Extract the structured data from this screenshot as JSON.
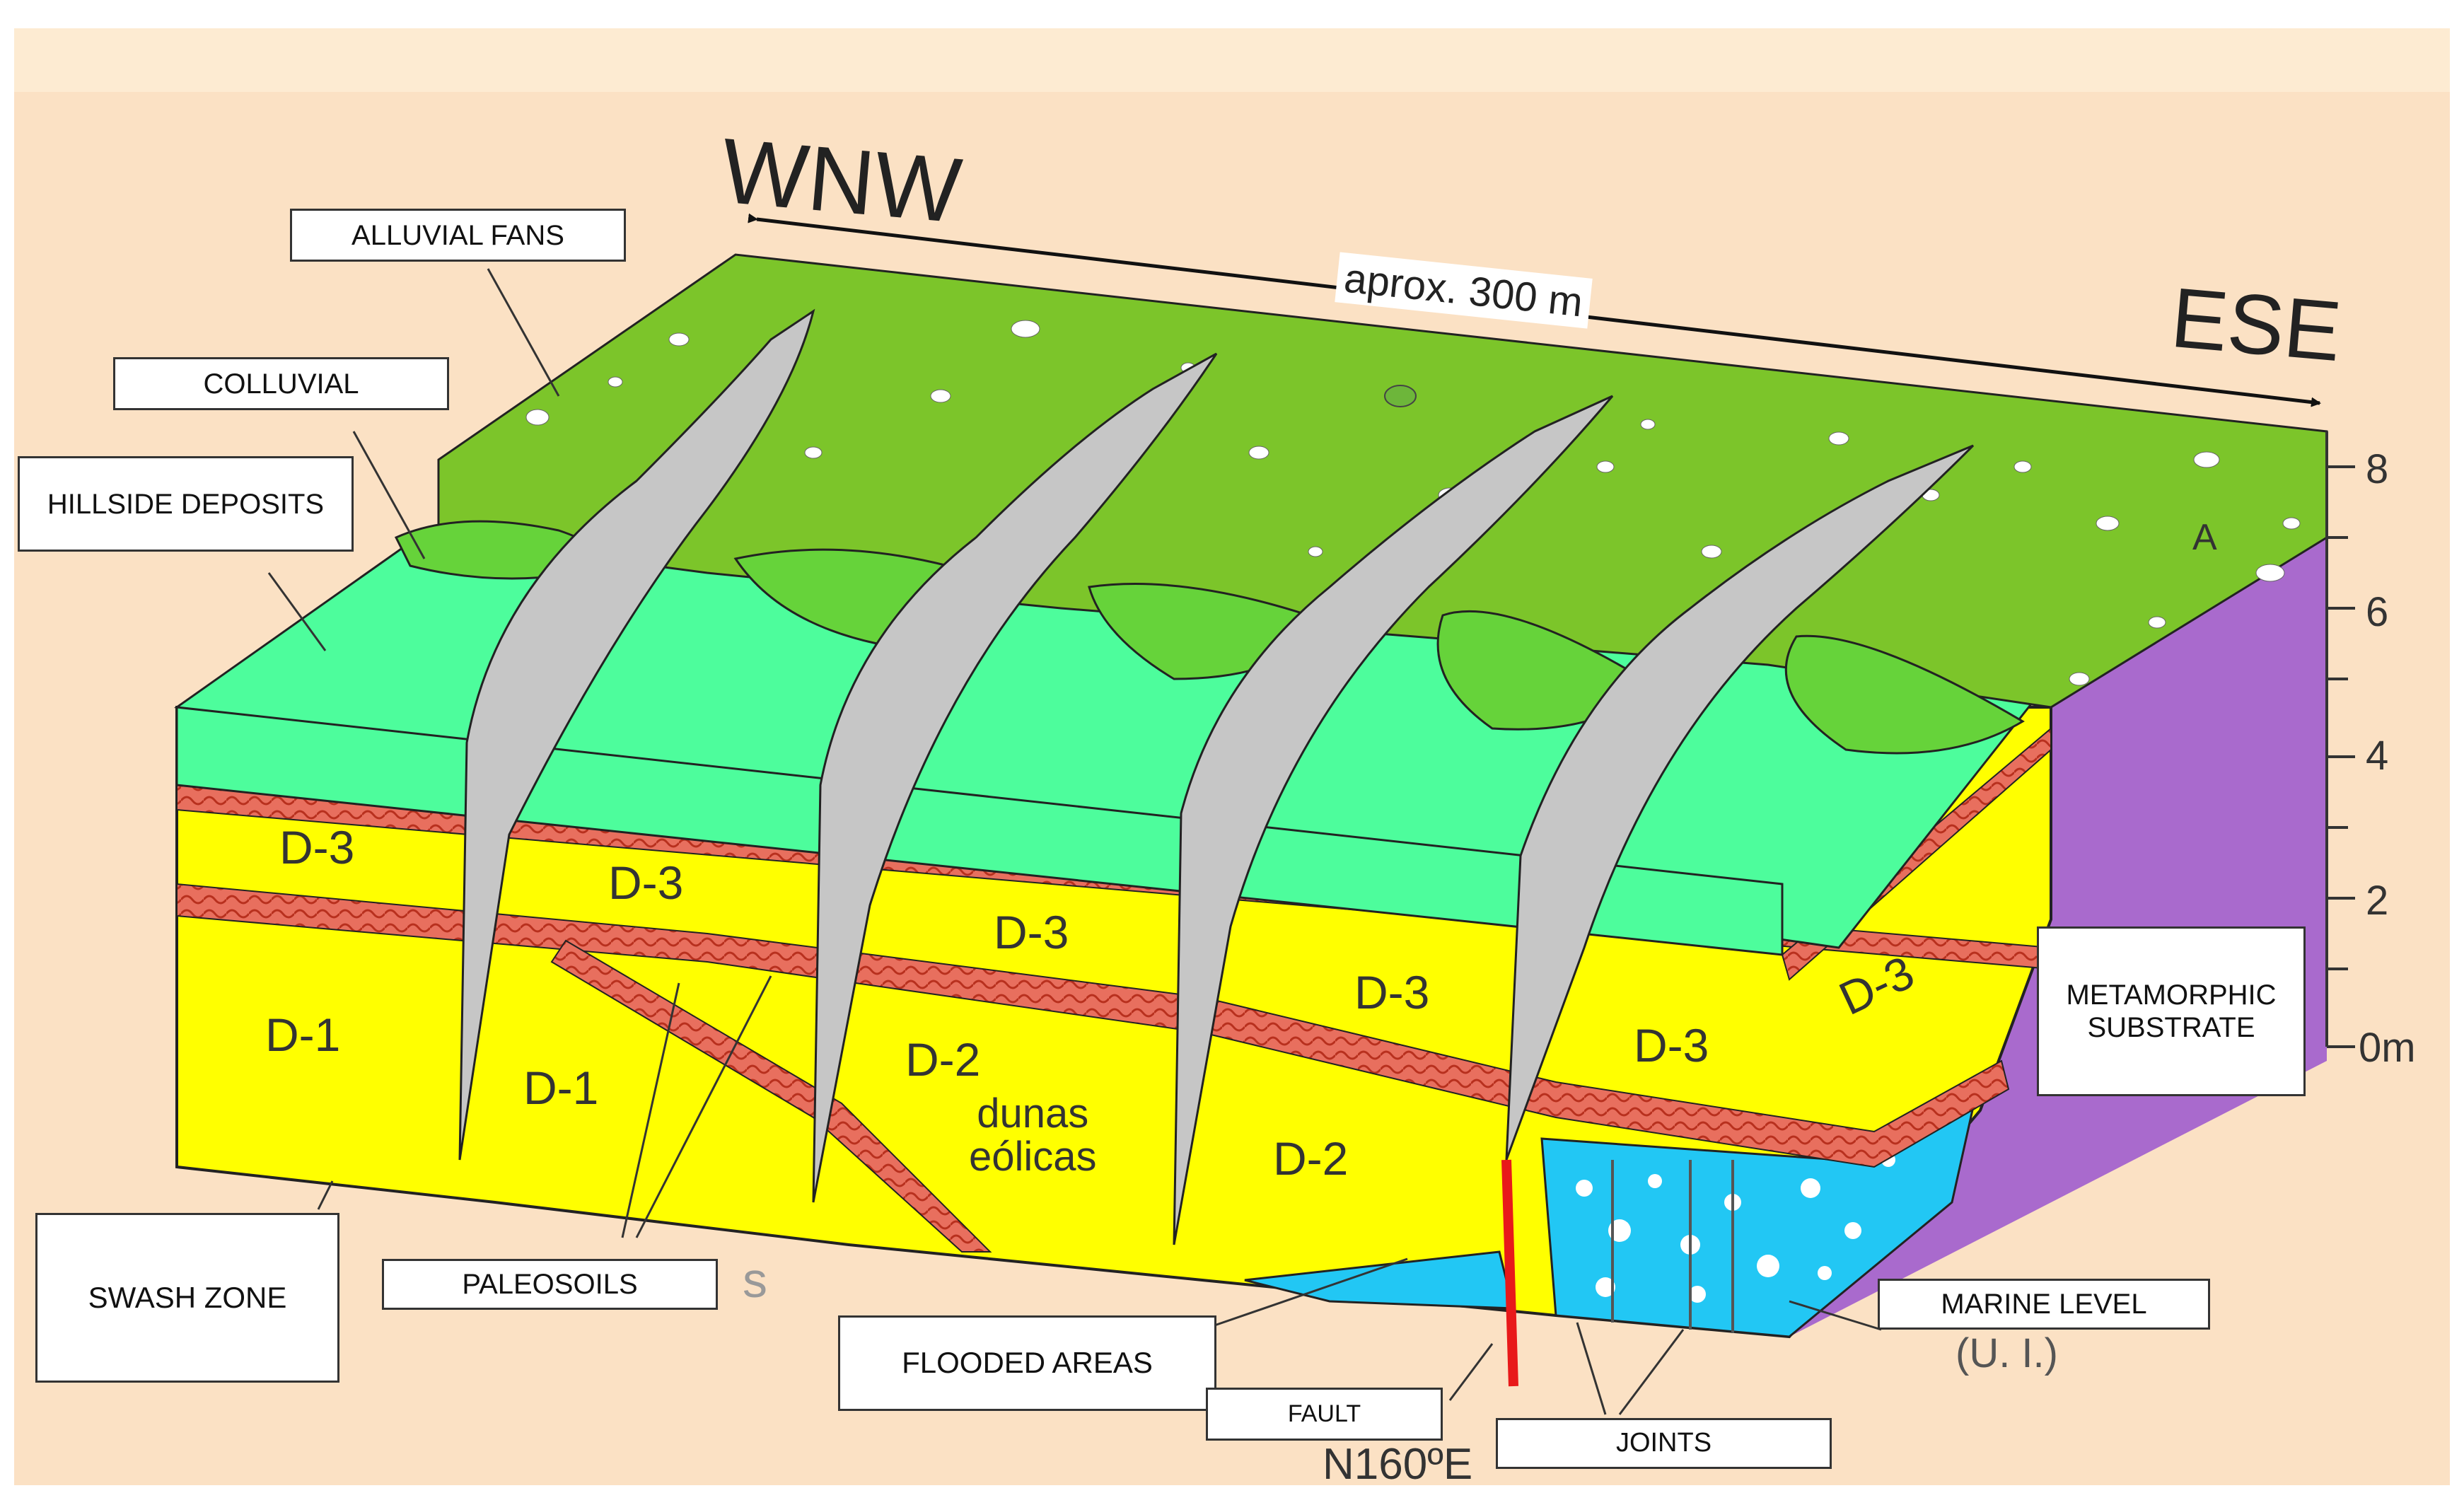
{
  "direction": {
    "left": "WNW",
    "right": "ESE",
    "distance": "aprox. 300 m"
  },
  "scale": {
    "ticks": [
      "8",
      "6",
      "4",
      "2",
      "0m"
    ]
  },
  "units": {
    "d3": [
      "D-3",
      "D-3",
      "D-3",
      "D-3",
      "D-3",
      "D-3"
    ],
    "d1": [
      "D-1",
      "D-1"
    ],
    "d2": [
      "D-2",
      "D-2"
    ],
    "dunes": "dunas\neólicas",
    "a": "A"
  },
  "labels": {
    "alluvial_fans": "ALLUVIAL FANS",
    "colluvial": "COLLUVIAL",
    "hillside_deposits": "HILLSIDE DEPOSITS",
    "metamorphic_substrate": "METAMORPHIC\nSUBSTRATE",
    "swash_zone": "SWASH ZONE",
    "paleosoils": "PALEOSOILS",
    "flooded_areas": "FLOODED AREAS",
    "fault": "FAULT",
    "joints": "JOINTS",
    "marine_level": "MARINE LEVEL",
    "marine_unit": "(U. I.)",
    "fault_orientation": "N160ºE",
    "hidden_s": "s"
  },
  "colors": {
    "background": "#fbe1c4",
    "top_band": "#fdebd2",
    "green_surface": "#7cc52a",
    "fan_green": "#66d33a",
    "turquoise": "#4dfd9c",
    "yellow": "#ffff00",
    "paleosoil": "#e86f5e",
    "gray_wedge": "#c6c6c6",
    "purple": "#a96acd",
    "blue": "#22c7f4",
    "fault_red": "#e8191a"
  }
}
